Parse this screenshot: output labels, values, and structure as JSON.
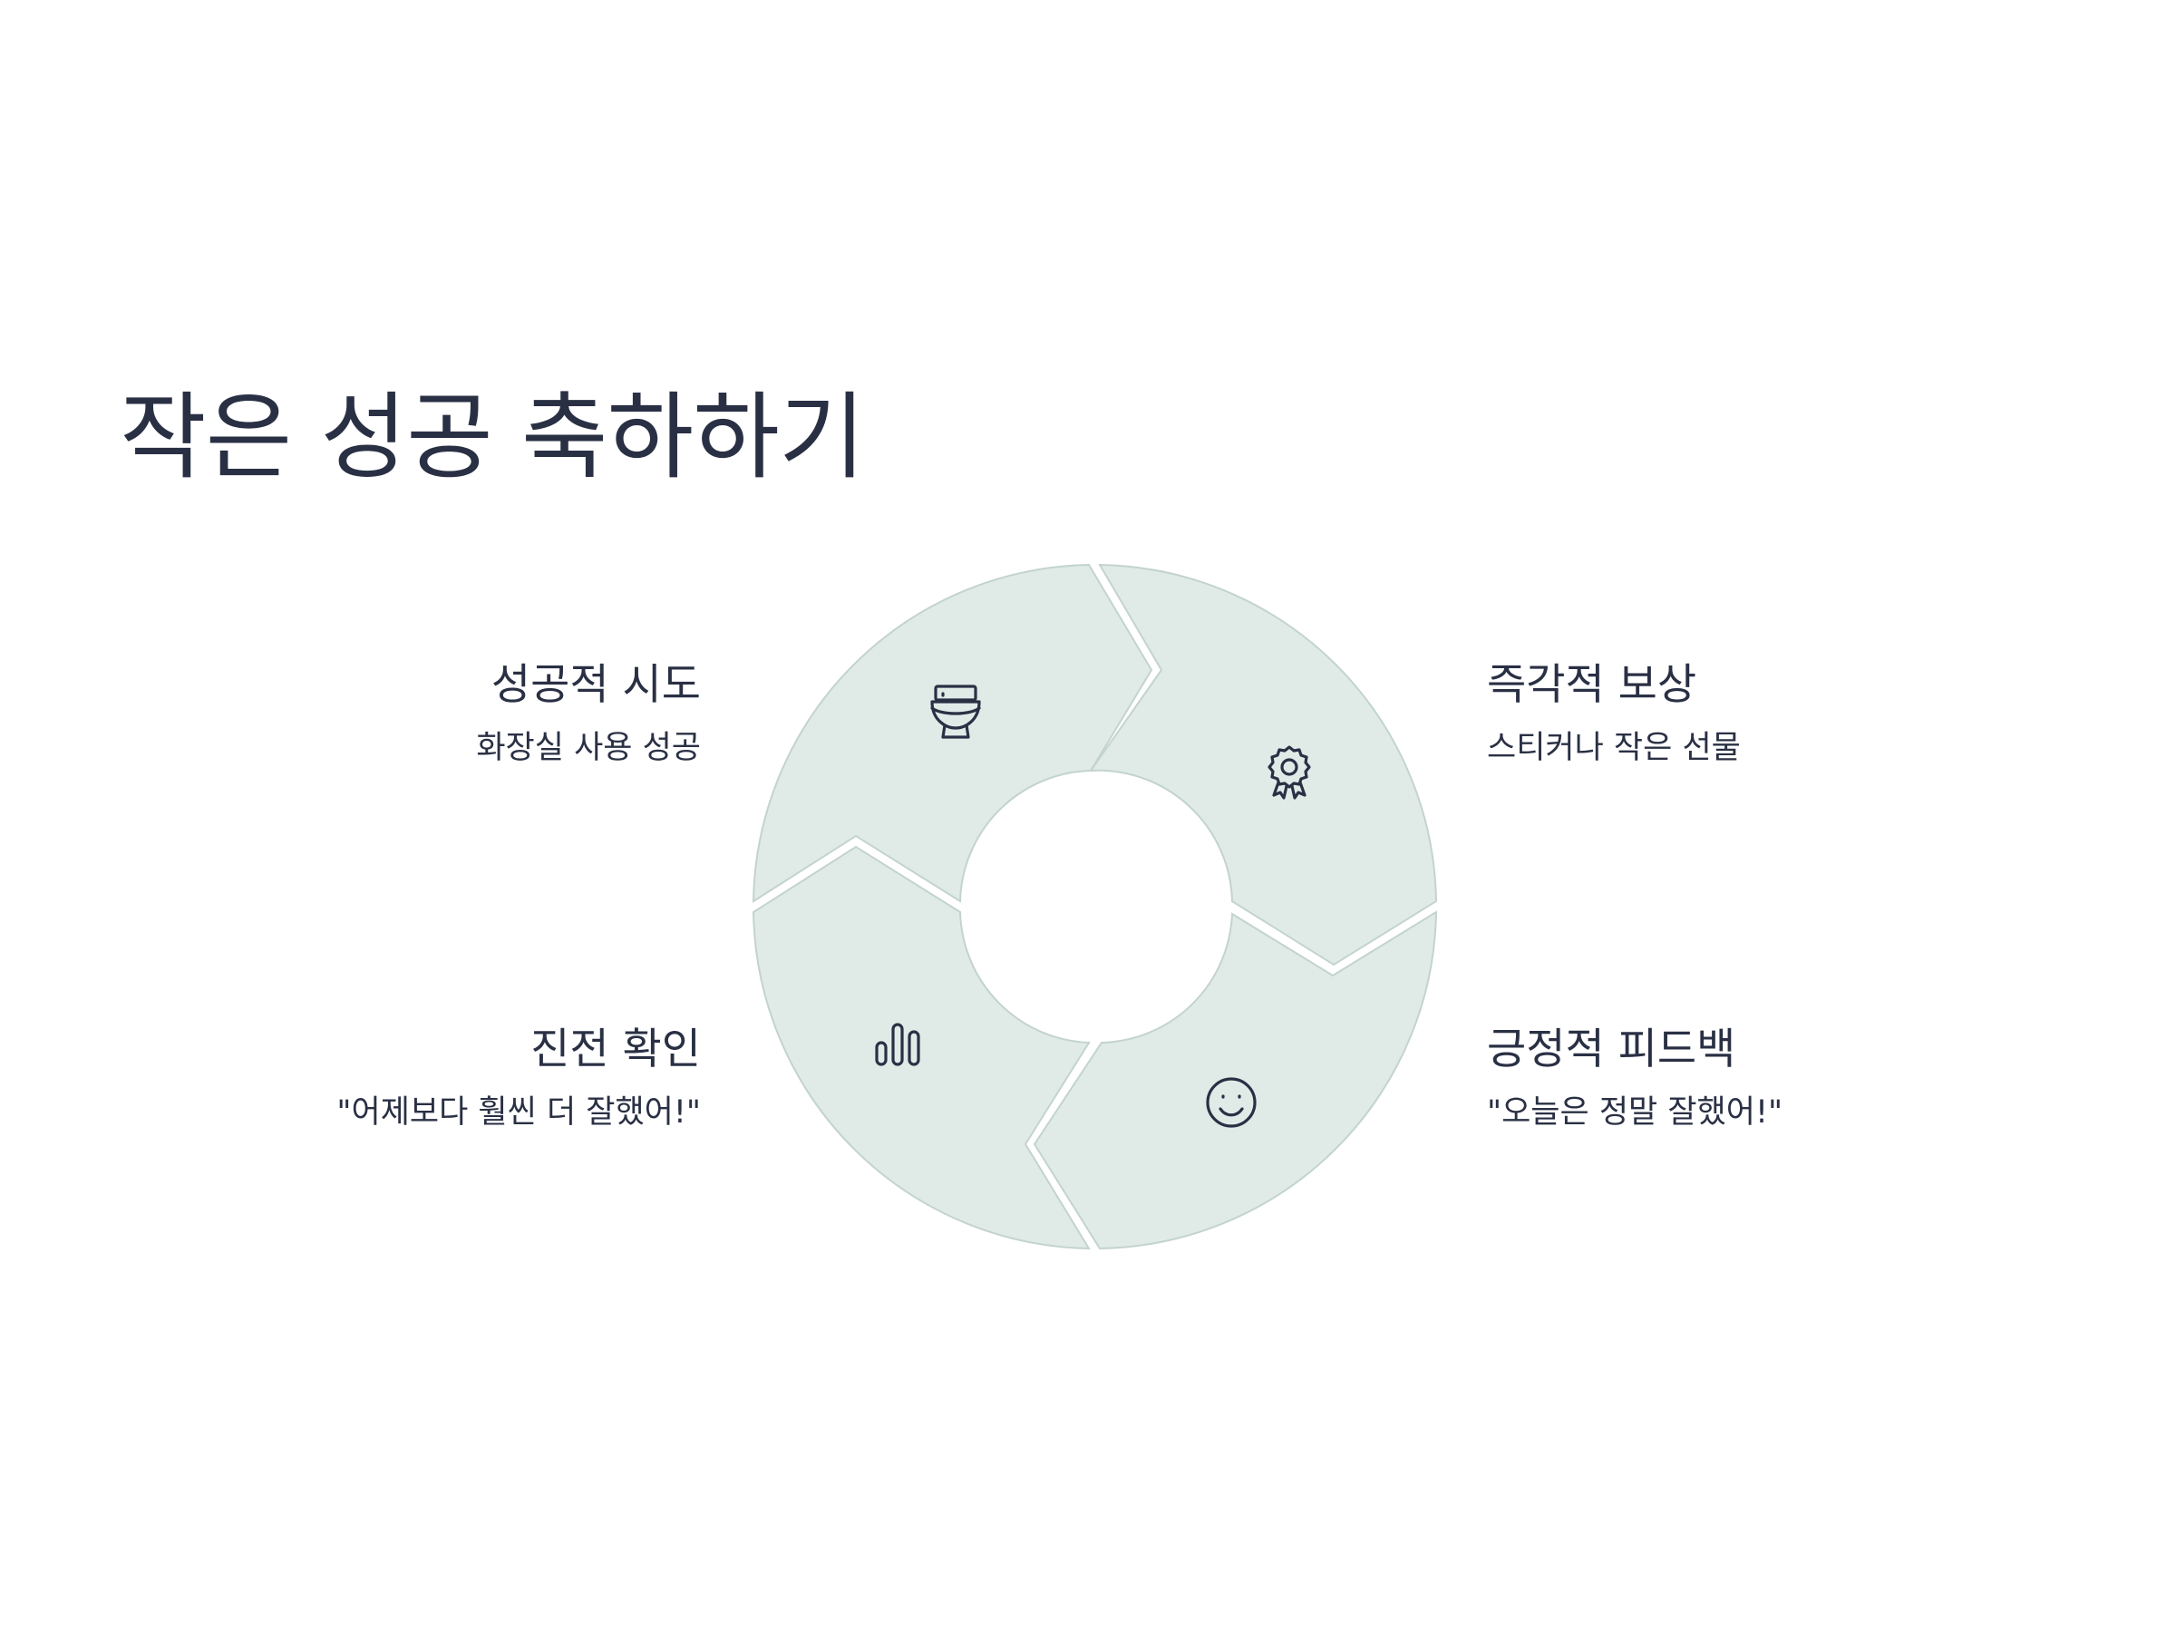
{
  "title": "작은 성공 축하하기",
  "colors": {
    "segment_fill": "#e0ebe8",
    "segment_stroke": "#c3d3cf",
    "text": "#2a3044",
    "background": "#ffffff"
  },
  "steps": [
    {
      "title": "성공적 시도",
      "desc": "화장실 사용 성공",
      "icon": "toilet-icon"
    },
    {
      "title": "즉각적 보상",
      "desc": "스티커나 작은 선물",
      "icon": "award-ribbon-icon"
    },
    {
      "title": "긍정적 피드백",
      "desc": "\"오늘은 정말 잘했어!\"",
      "icon": "smiley-face-icon"
    },
    {
      "title": "진전 확인",
      "desc": "\"어제보다 훨씬 더 잘했어!\"",
      "icon": "bar-chart-icon"
    }
  ]
}
